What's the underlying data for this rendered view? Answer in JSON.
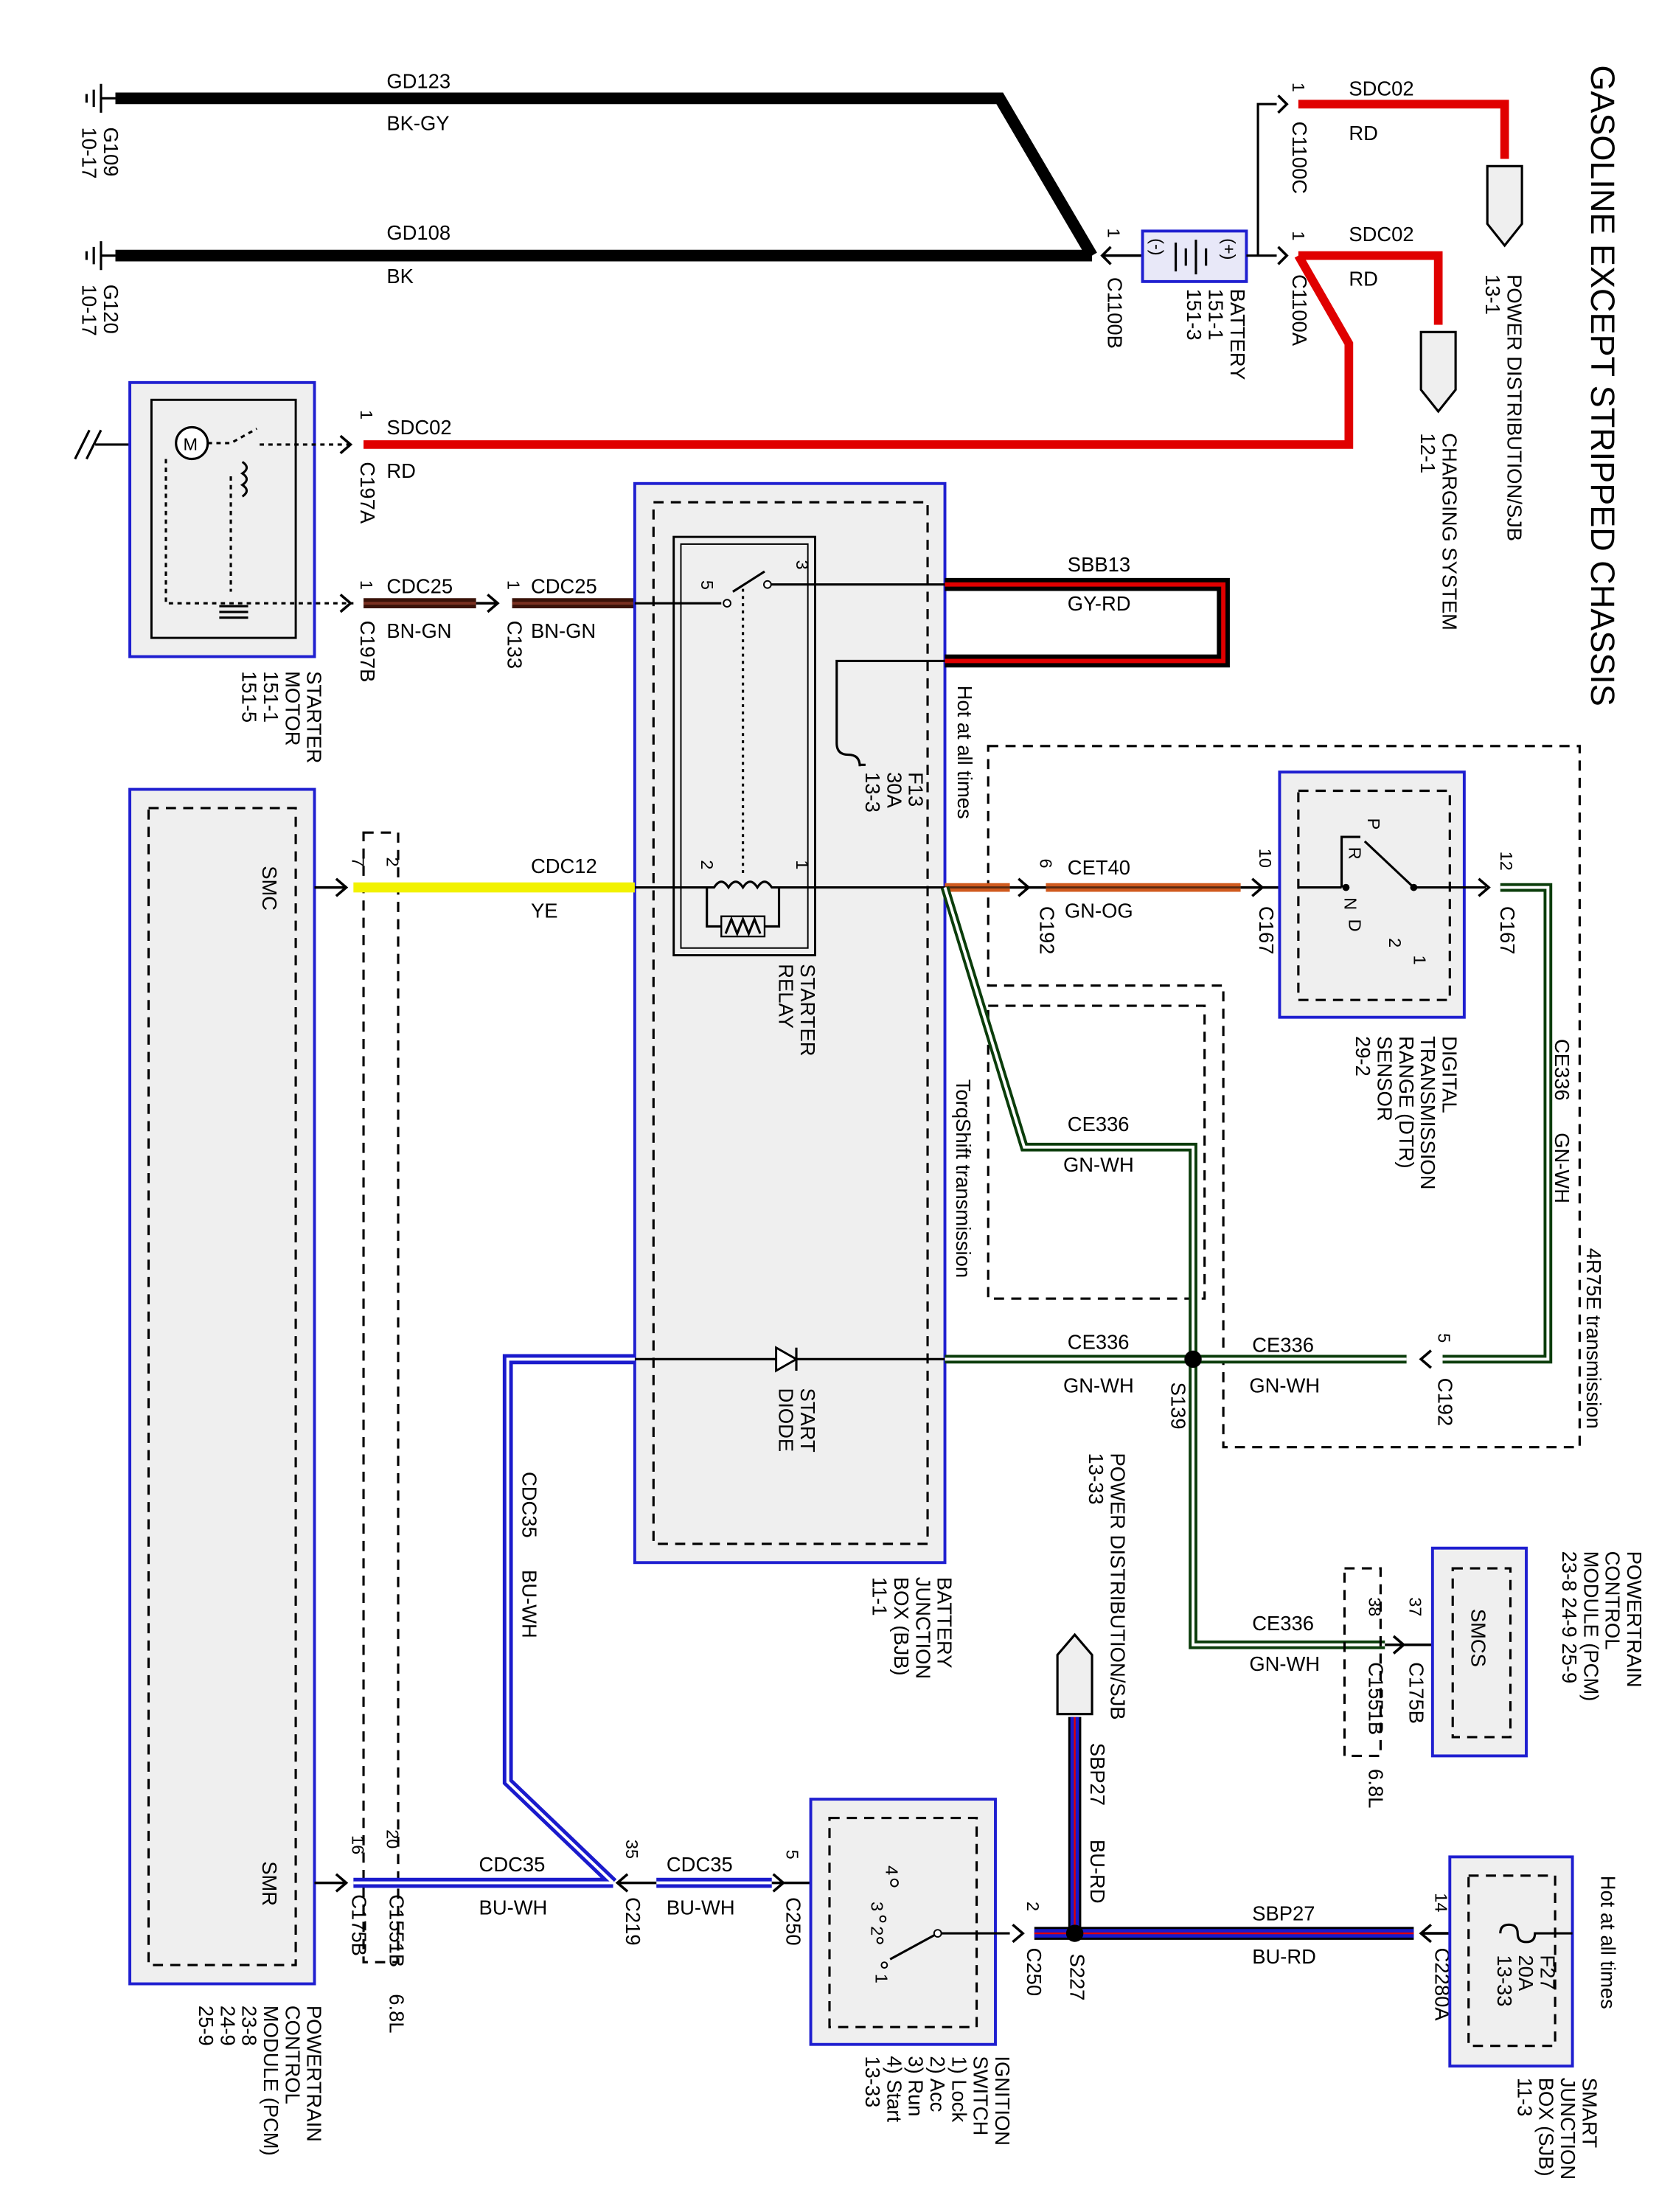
{
  "title": "GASOLINE EXCEPT STRIPPED CHASSIS",
  "colors": {
    "red": "#e00000",
    "black": "#000000",
    "yellow": "#f2f200",
    "blue": "#1a1acc",
    "box_border": "#1f1fd0",
    "box_fill": "#efefef",
    "green": "#0b3d0b",
    "orange": "#d05a1e",
    "brown": "#4a1a10"
  },
  "grounds": [
    {
      "id": "G109",
      "page": "10-17"
    },
    {
      "id": "G120",
      "page": "10-17"
    }
  ],
  "wires": {
    "gd123": {
      "circuit": "GD123",
      "color": "BK-GY"
    },
    "gd108": {
      "circuit": "GD108",
      "color": "BK"
    },
    "sdc02_pd": {
      "circuit": "SDC02",
      "color": "RD"
    },
    "sdc02_cs": {
      "circuit": "SDC02",
      "color": "RD"
    },
    "sdc02_sm": {
      "circuit": "SDC02",
      "color": "RD"
    },
    "cdc25_a": {
      "circuit": "CDC25",
      "color": "BN-GN"
    },
    "cdc25_b": {
      "circuit": "CDC25",
      "color": "BN-GN"
    },
    "sbb13": {
      "circuit": "SBB13",
      "color": "GY-RD"
    },
    "cdc12": {
      "circuit": "CDC12",
      "color": "YE"
    },
    "cet40": {
      "circuit": "CET40",
      "color": "GN-OG"
    },
    "ce336_dtr": {
      "circuit": "CE336",
      "color": "GN-WH"
    },
    "ce336_torq": {
      "circuit": "CE336",
      "color": "GN-WH"
    },
    "ce336_main": {
      "circuit": "CE336",
      "color": "GN-WH"
    },
    "ce336_c192": {
      "circuit": "CE336",
      "color": "GN-WH"
    },
    "ce336_pcm": {
      "circuit": "CE336",
      "color": "GN-WH"
    },
    "cdc35_v": {
      "circuit": "CDC35",
      "color": "BU-WH"
    },
    "cdc35_pcm": {
      "circuit": "CDC35",
      "color": "BU-WH"
    },
    "cdc35_ign": {
      "circuit": "CDC35",
      "color": "BU-WH"
    },
    "sbp27_v": {
      "circuit": "SBP27",
      "color": "BU-RD"
    },
    "sbp27_h": {
      "circuit": "SBP27",
      "color": "BU-RD"
    }
  },
  "connectors": {
    "c1100c": {
      "name": "C1100C",
      "pin": "1"
    },
    "c1100a": {
      "name": "C1100A",
      "pin": "1"
    },
    "c1100b": {
      "name": "C1100B",
      "pin": "1"
    },
    "c197a": {
      "name": "C197A",
      "pin": "1"
    },
    "c197b": {
      "name": "C197B",
      "pin": "1"
    },
    "c133": {
      "name": "C133",
      "pin": "1"
    },
    "c192_6": {
      "name": "C192",
      "pin": "6"
    },
    "c167_10": {
      "name": "C167",
      "pin": "10"
    },
    "c167_12": {
      "name": "C167",
      "pin": "12"
    },
    "c192_5": {
      "name": "C192",
      "pin": "5"
    },
    "c175b_37": {
      "name": "C175B",
      "pin": "37"
    },
    "c1551b_38": {
      "name": "C1551B",
      "pin": "38",
      "engine": "6.8L"
    },
    "c175b_7": {
      "pin": "7"
    },
    "c1551b_2": {
      "pin": "2"
    },
    "c175b_16": {
      "name": "C175B",
      "pin": "16"
    },
    "c1551b_20": {
      "name": "C1551B",
      "pin": "20",
      "engine": "6.8L"
    },
    "c219": {
      "name": "C219",
      "pin": "35"
    },
    "c250_5": {
      "name": "C250",
      "pin": "5"
    },
    "c250_2": {
      "name": "C250",
      "pin": "2"
    },
    "c2280a": {
      "name": "C2280A",
      "pin": "14"
    }
  },
  "splices": {
    "s139": "S139",
    "s227": "S227"
  },
  "components": {
    "battery": {
      "lines": [
        "BATTERY",
        "151-1",
        "151-3"
      ],
      "neg": "(-)",
      "pos": "(+)"
    },
    "power_dist_1": {
      "lines": [
        "POWER DISTRIBUTION/SJB",
        "13-1"
      ]
    },
    "charging": {
      "lines": [
        "CHARGING SYSTEM",
        "12-1"
      ]
    },
    "starter_motor": {
      "lines": [
        "STARTER",
        "MOTOR",
        "151-1",
        "151-5"
      ],
      "symbol": "M"
    },
    "bjb": {
      "lines": [
        "BATTERY",
        "JUNCTION",
        "BOX (BJB)",
        "11-1"
      ],
      "note": "Hot at all times"
    },
    "fuse_f13": {
      "lines": [
        "F13",
        "30A",
        "13-3"
      ]
    },
    "starter_relay": {
      "lines": [
        "STARTER",
        "RELAY"
      ],
      "pins": [
        "3",
        "5",
        "2",
        "1"
      ]
    },
    "start_diode": {
      "lines": [
        "START",
        "DIODE"
      ]
    },
    "dtr": {
      "lines": [
        "DIGITAL",
        "TRANSMISSION",
        "RANGE (DTR)",
        "SENSOR",
        "29-2"
      ],
      "positions": [
        "P",
        "R",
        "N",
        "D",
        "2",
        "1"
      ]
    },
    "torqshift": {
      "label": "TorqShift transmission"
    },
    "r4r75e": {
      "label": "4R75E transmission"
    },
    "power_dist_2": {
      "lines": [
        "POWER DISTRIBUTION/SJB",
        "13-33"
      ]
    },
    "pcm_right": {
      "lines": [
        "POWERTRAIN",
        "CONTROL",
        "MODULE (PCM)",
        "23-8   24-9   25-9"
      ],
      "pin": "SMCS"
    },
    "pcm_left": {
      "lines": [
        "POWERTRAIN",
        "CONTROL",
        "MODULE (PCM)",
        "23-8",
        "24-9",
        "25-9"
      ],
      "pin_smc": "SMC",
      "pin_smr": "SMR"
    },
    "ignition": {
      "lines": [
        "IGNITION",
        "SWITCH",
        "1) Lock",
        "2) Acc",
        "3) Run",
        "4) Start",
        "13-33"
      ],
      "positions": [
        "4",
        "3",
        "2",
        "1"
      ]
    },
    "sjb": {
      "lines": [
        "SMART",
        "JUNCTION",
        "BOX (SJB)",
        "11-3"
      ],
      "note": "Hot at all times"
    },
    "fuse_f27": {
      "lines": [
        "F27",
        "20A",
        "13-33"
      ]
    }
  }
}
